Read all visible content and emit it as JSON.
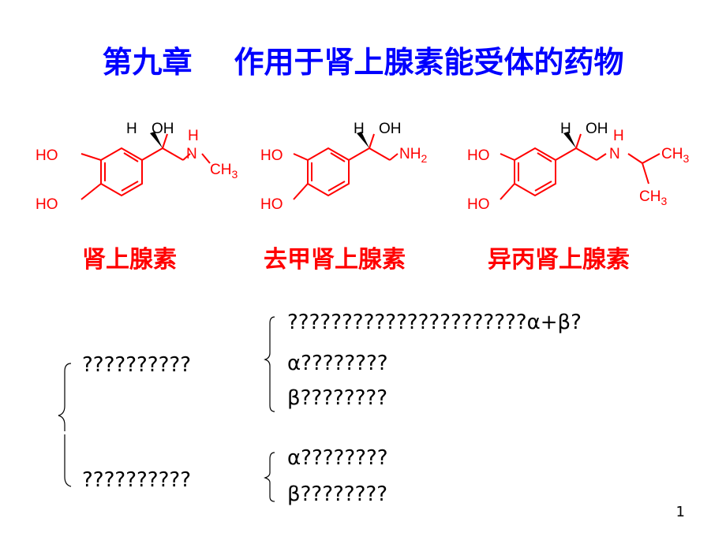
{
  "title": "第九章    作用于肾上腺素能受体的药物",
  "molecules": [
    {
      "name": "肾上腺素",
      "labels": {
        "ho_top": "HO",
        "ho_bottom": "HO",
        "h": "H",
        "oh": "OH",
        "amine_h": "H",
        "n": "N",
        "sub": "CH",
        "sub_num": "3"
      }
    },
    {
      "name": "去甲肾上腺素",
      "labels": {
        "ho_top": "HO",
        "ho_bottom": "HO",
        "h": "H",
        "oh": "OH",
        "nh": "NH",
        "nh_num": "2"
      }
    },
    {
      "name": "异丙肾上腺素",
      "labels": {
        "ho_top": "HO",
        "ho_bottom": "HO",
        "h": "H",
        "oh": "OH",
        "n": "N",
        "amine_h": "H",
        "ch3_top": "CH",
        "ch3_top_num": "3",
        "ch3_bottom": "CH",
        "ch3_bottom_num": "3"
      }
    }
  ],
  "outline": {
    "group1": {
      "label": "??????????",
      "items": [
        "??????????????????????α+β?",
        "α????????",
        "β????????"
      ]
    },
    "group2": {
      "label": "??????????",
      "items": [
        "α????????",
        "β????????"
      ]
    }
  },
  "colors": {
    "title": "#0000ff",
    "structure": "#ff0000",
    "names": "#ff0000"
  },
  "page_number": "1"
}
